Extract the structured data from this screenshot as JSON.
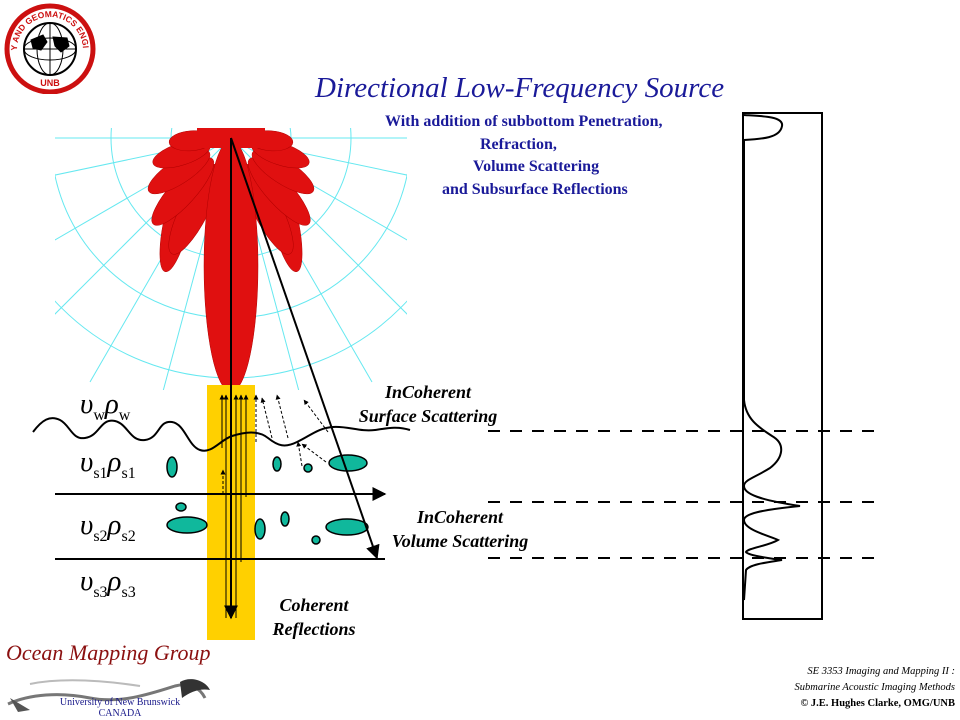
{
  "title": "Directional Low-Frequency Source",
  "subtitle_lines": [
    "With addition of  subbottom Penetration,",
    "Refraction,",
    "Volume Scattering",
    "and Subsurface Reflections"
  ],
  "labels": {
    "surface_scatter": [
      "InCoherent",
      "Surface Scattering"
    ],
    "volume_scatter": [
      "InCoherent",
      "Volume Scattering"
    ],
    "coherent": [
      "Coherent",
      "Reflections"
    ]
  },
  "layers": [
    {
      "v": "w",
      "rho": "w"
    },
    {
      "v": "s1",
      "rho": "s1"
    },
    {
      "v": "s2",
      "rho": "s2"
    },
    {
      "v": "s3",
      "rho": "s3"
    }
  ],
  "symbols": {
    "v": "υ",
    "rho": "ρ"
  },
  "logo": {
    "ring_text": "GEODESY AND GEOMATICS ENGINEERING",
    "bottom_text": "UNB"
  },
  "footer": {
    "group": "Ocean Mapping Group",
    "university": [
      "University of New Brunswick",
      "CANADA"
    ],
    "course": [
      "SE 3353 Imaging and Mapping II :",
      "Submarine Acoustic Imaging Methods"
    ],
    "copyright": "© J.E. Hughes Clarke, OMG/UNB"
  },
  "colors": {
    "beam": "#e01010",
    "grid": "#66e8f0",
    "column": "#ffd000",
    "inclusion": "#10b89c",
    "title": "#1a1a99",
    "omg": "#8b1010"
  }
}
